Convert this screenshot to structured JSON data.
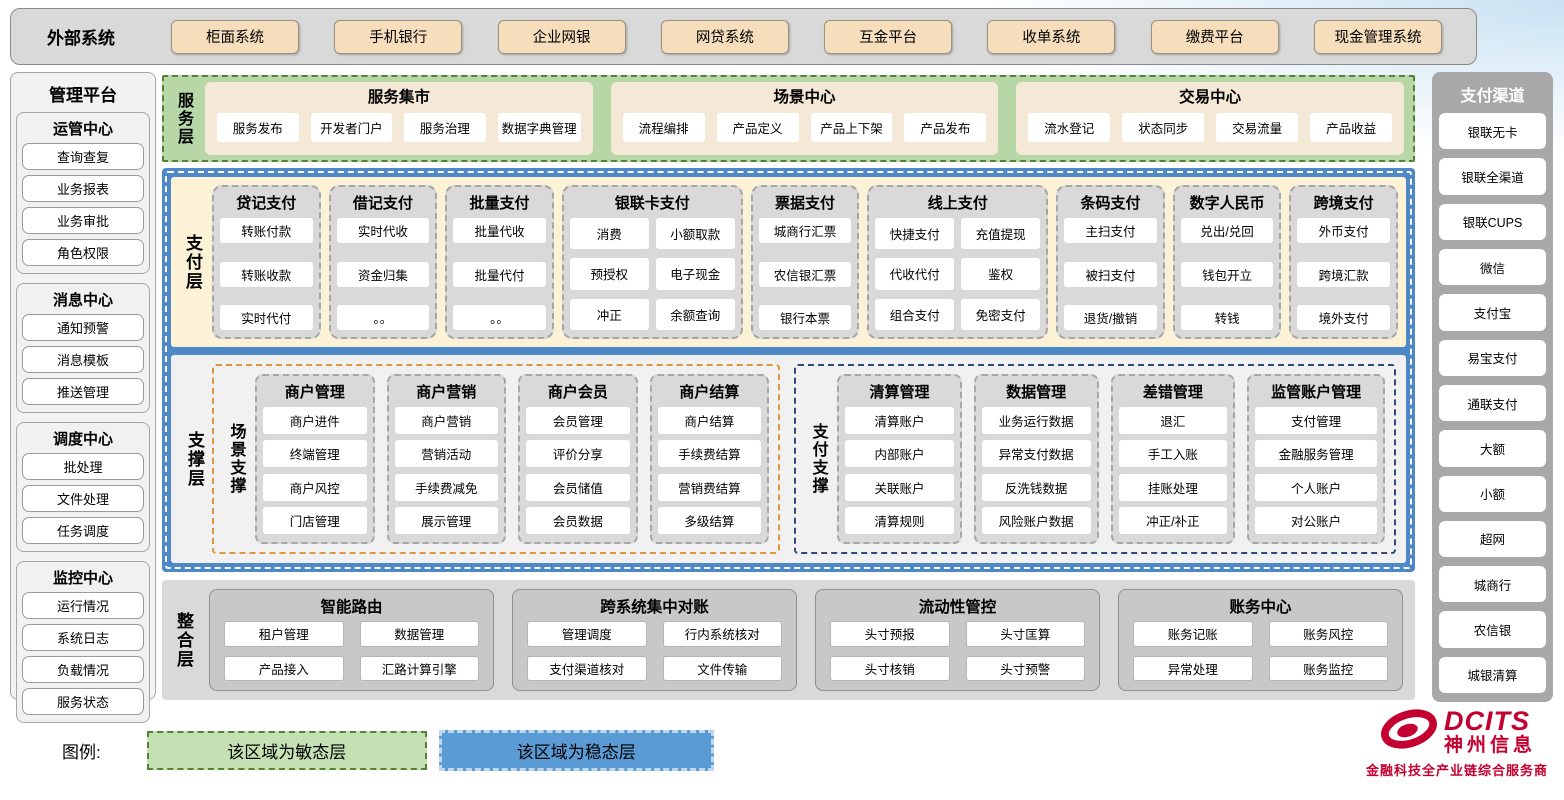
{
  "colors": {
    "agile_green_bg": "#b7d7a7",
    "agile_green_border": "#538135",
    "stable_blue": "#4e88c7",
    "payment_layer_cream": "#fcf3d7",
    "support_layer_gray": "#f1f1f1",
    "column_gray": "#d9d9d9",
    "scene_support_orange": "#e0963c",
    "payment_support_navy": "#2e4a78",
    "external_button_tan": "#f6ddbb",
    "channel_panel_gray": "#a8a8a8",
    "legend_green": "#c5e0b3",
    "legend_blue": "#5b9bd5",
    "brand_red": "#c3002f"
  },
  "external": {
    "title": "外部系统",
    "systems": [
      "柜面系统",
      "手机银行",
      "企业网银",
      "网贷系统",
      "互金平台",
      "收单系统",
      "缴费平台",
      "现金管理系统"
    ]
  },
  "management": {
    "title": "管理平台",
    "groups": [
      {
        "title": "运管中心",
        "items": [
          "查询查复",
          "业务报表",
          "业务审批",
          "角色权限"
        ]
      },
      {
        "title": "消息中心",
        "items": [
          "通知预警",
          "消息模板",
          "推送管理"
        ]
      },
      {
        "title": "调度中心",
        "items": [
          "批处理",
          "文件处理",
          "任务调度"
        ]
      },
      {
        "title": "监控中心",
        "items": [
          "运行情况",
          "系统日志",
          "负载情况",
          "服务状态"
        ]
      }
    ]
  },
  "service_layer": {
    "label": "服务层",
    "groups": [
      {
        "title": "服务集市",
        "items": [
          "服务发布",
          "开发者门户",
          "服务治理",
          "数据字典管理"
        ]
      },
      {
        "title": "场景中心",
        "items": [
          "流程编排",
          "产品定义",
          "产品上下架",
          "产品发布"
        ]
      },
      {
        "title": "交易中心",
        "items": [
          "流水登记",
          "状态同步",
          "交易流量",
          "产品收益"
        ]
      }
    ]
  },
  "payment_layer": {
    "label": "支付层",
    "columns": [
      {
        "title": "贷记支付",
        "cols": 1,
        "items": [
          "转账付款",
          "转账收款",
          "实时代付"
        ]
      },
      {
        "title": "借记支付",
        "cols": 1,
        "items": [
          "实时代收",
          "资金归集",
          "。。"
        ]
      },
      {
        "title": "批量支付",
        "cols": 1,
        "items": [
          "批量代收",
          "批量代付",
          "。。"
        ]
      },
      {
        "title": "银联卡支付",
        "cols": 2,
        "items": [
          "消费",
          "小额取款",
          "预授权",
          "电子现金",
          "冲正",
          "余额查询"
        ]
      },
      {
        "title": "票据支付",
        "cols": 1,
        "items": [
          "城商行汇票",
          "农信银汇票",
          "银行本票"
        ]
      },
      {
        "title": "线上支付",
        "cols": 2,
        "items": [
          "快捷支付",
          "充值提现",
          "代收代付",
          "鉴权",
          "组合支付",
          "免密支付"
        ]
      },
      {
        "title": "条码支付",
        "cols": 1,
        "items": [
          "主扫支付",
          "被扫支付",
          "退货/撤销"
        ]
      },
      {
        "title": "数字人民币",
        "cols": 1,
        "items": [
          "兑出/兑回",
          "钱包开立",
          "转钱"
        ]
      },
      {
        "title": "跨境支付",
        "cols": 1,
        "items": [
          "外币支付",
          "跨境汇款",
          "境外支付"
        ]
      }
    ]
  },
  "support_layer": {
    "label": "支撑层",
    "groups": [
      {
        "label": "场景支撑",
        "accent": "orange",
        "columns": [
          {
            "title": "商户管理",
            "items": [
              "商户进件",
              "终端管理",
              "商户风控",
              "门店管理"
            ]
          },
          {
            "title": "商户营销",
            "items": [
              "商户营销",
              "营销活动",
              "手续费减免",
              "展示管理"
            ]
          },
          {
            "title": "商户会员",
            "items": [
              "会员管理",
              "评价分享",
              "会员储值",
              "会员数据"
            ]
          },
          {
            "title": "商户结算",
            "items": [
              "商户结算",
              "手续费结算",
              "营销费结算",
              "多级结算"
            ]
          }
        ]
      },
      {
        "label": "支付支撑",
        "accent": "navy",
        "columns": [
          {
            "title": "清算管理",
            "items": [
              "清算账户",
              "内部账户",
              "关联账户",
              "清算规则"
            ]
          },
          {
            "title": "数据管理",
            "items": [
              "业务运行数据",
              "异常支付数据",
              "反洗钱数据",
              "风险账户数据"
            ]
          },
          {
            "title": "差错管理",
            "items": [
              "退汇",
              "手工入账",
              "挂账处理",
              "冲正/补正"
            ]
          },
          {
            "title": "监管账户管理",
            "items": [
              "支付管理",
              "金融服务管理",
              "个人账户",
              "对公账户"
            ]
          }
        ]
      }
    ]
  },
  "integration_layer": {
    "label": "整合层",
    "groups": [
      {
        "title": "智能路由",
        "items": [
          "租户管理",
          "数据管理",
          "产品接入",
          "汇路计算引擎"
        ]
      },
      {
        "title": "跨系统集中对账",
        "items": [
          "管理调度",
          "行内系统核对",
          "支付渠道核对",
          "文件传输"
        ]
      },
      {
        "title": "流动性管控",
        "items": [
          "头寸预报",
          "头寸匡算",
          "头寸核销",
          "头寸预警"
        ]
      },
      {
        "title": "账务中心",
        "items": [
          "账务记账",
          "账务风控",
          "异常处理",
          "账务监控"
        ]
      }
    ]
  },
  "channels": {
    "title": "支付渠道",
    "items": [
      "银联无卡",
      "银联全渠道",
      "银联CUPS",
      "微信",
      "支付宝",
      "易宝支付",
      "通联支付",
      "大额",
      "小额",
      "超网",
      "城商行",
      "农信银",
      "城银清算"
    ]
  },
  "legend": {
    "label": "图例:",
    "agile": "该区域为敏态层",
    "stable": "该区域为稳态层"
  },
  "logo": {
    "name": "DCITS",
    "cn": "神州信息",
    "tagline": "金融科技全产业链综合服务商"
  }
}
